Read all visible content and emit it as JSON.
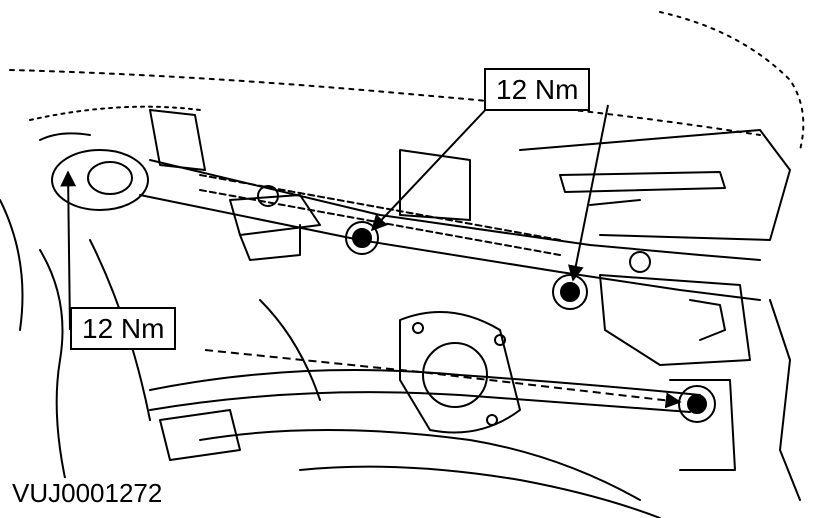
{
  "labels": {
    "torque_top": "12 Nm",
    "torque_left": "12 Nm"
  },
  "reference_code": "VUJ0001272",
  "colors": {
    "ink": "#000000",
    "paper": "#ffffff"
  }
}
